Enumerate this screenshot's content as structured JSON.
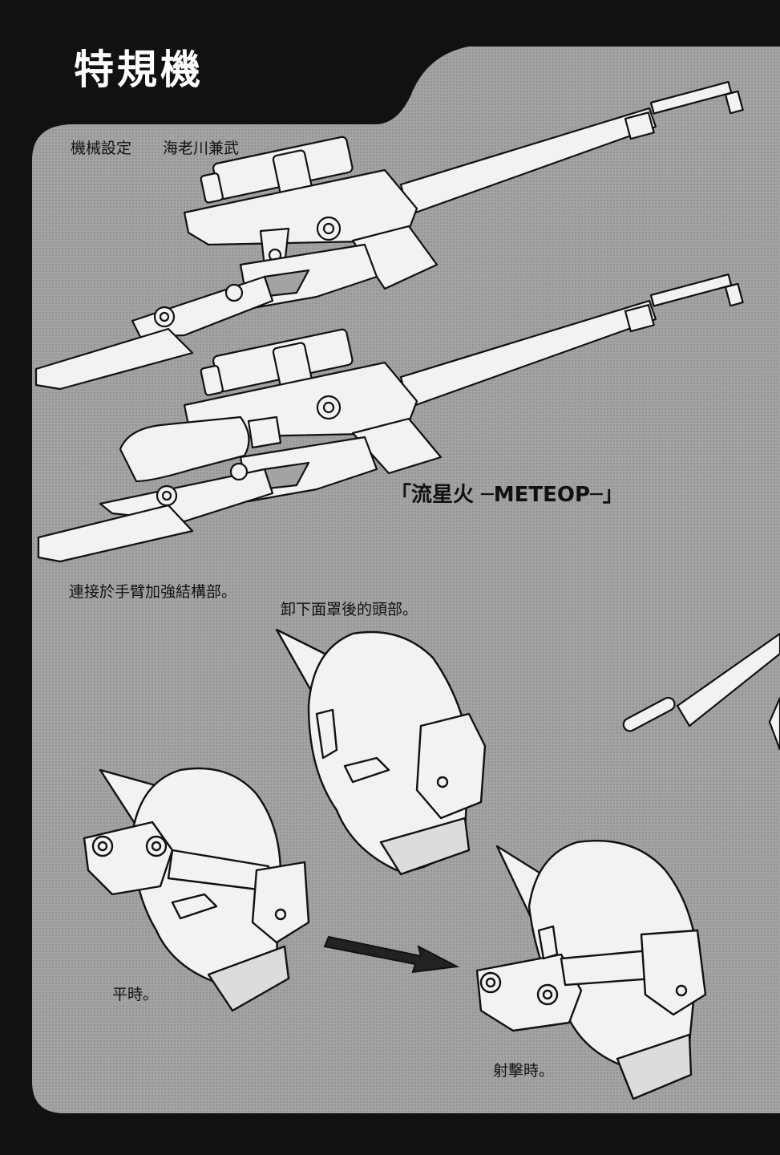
{
  "page": {
    "title": "特規機",
    "credit": {
      "label": "機械設定",
      "designer": "海老川兼武"
    },
    "weapon_name": "「流星火 ─METEOP─」",
    "captions": {
      "arm_connection": "連接於手臂加強結構部。",
      "head_unmasked": "卸下面罩後的頭部。",
      "normal": "平時。",
      "shooting": "射擊時。"
    },
    "colors": {
      "background": "#111111",
      "panel": "#9a9a9a",
      "line_art": "#111111",
      "fill": "#f2f2f2"
    }
  }
}
